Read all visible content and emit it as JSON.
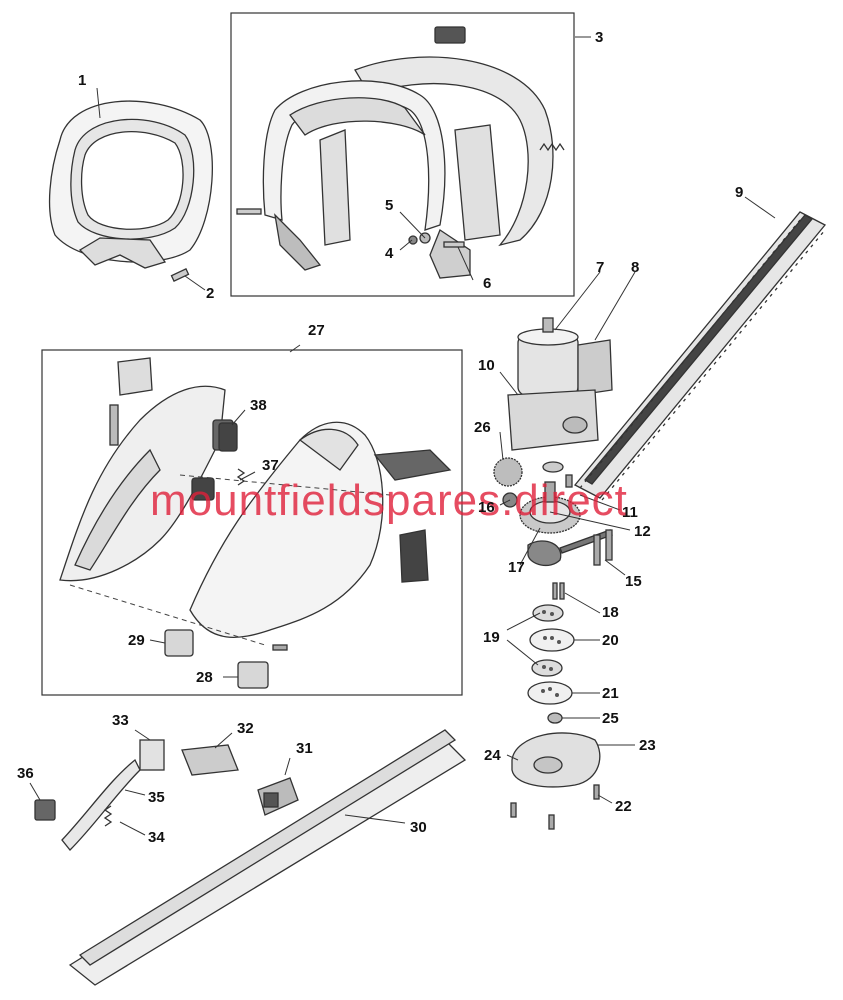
{
  "watermark": "mountfieldspares.direct",
  "accent_color": "#e0203a",
  "callouts": [
    "1",
    "2",
    "3",
    "4",
    "5",
    "6",
    "7",
    "8",
    "9",
    "10",
    "11",
    "12",
    "15",
    "16",
    "17",
    "18",
    "19",
    "20",
    "21",
    "22",
    "23",
    "24",
    "25",
    "26",
    "27",
    "28",
    "29",
    "30",
    "31",
    "32",
    "33",
    "34",
    "35",
    "36",
    "37",
    "38"
  ]
}
